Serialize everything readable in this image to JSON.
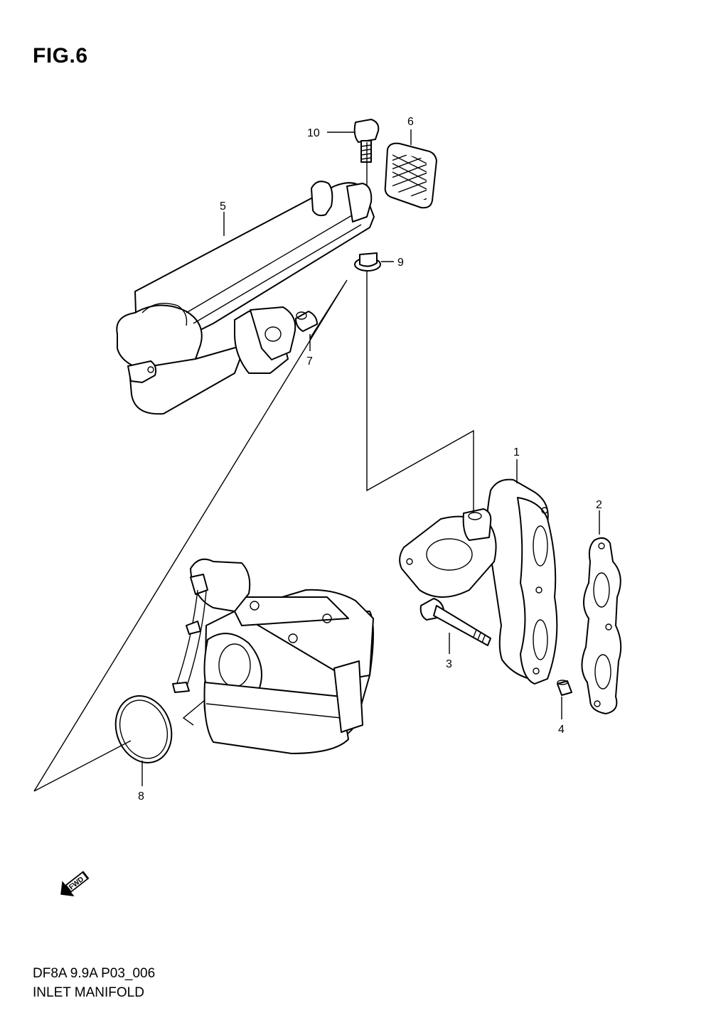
{
  "figure": {
    "title": "FIG.6",
    "code": "DF8A 9.9A P03_006",
    "name": "INLET MANIFOLD"
  },
  "fwd_badge": {
    "text": "FWD"
  },
  "callouts": {
    "p1": "1",
    "p2": "2",
    "p3": "3",
    "p4": "4",
    "p5": "5",
    "p6": "6",
    "p7": "7",
    "p8": "8",
    "p9": "9",
    "p10": "10"
  }
}
